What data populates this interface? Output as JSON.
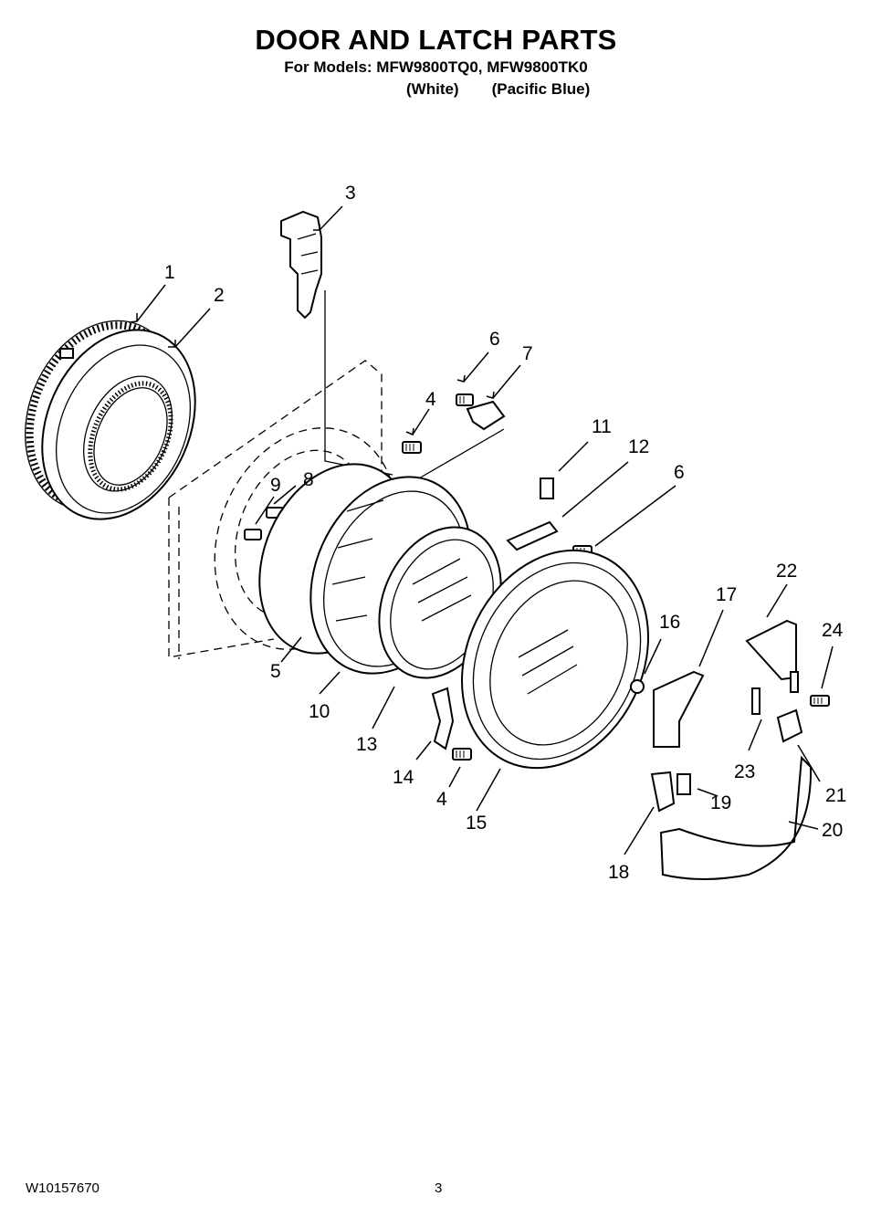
{
  "header": {
    "title": "DOOR AND LATCH PARTS",
    "models_line": "For Models: MFW9800TQ0, MFW9800TK0",
    "color_white": "(White)",
    "color_blue": "(Pacific Blue)"
  },
  "callouts": {
    "c1": "1",
    "c2": "2",
    "c3": "3",
    "c4a": "4",
    "c4b": "4",
    "c5": "5",
    "c6a": "6",
    "c6b": "6",
    "c7": "7",
    "c8": "8",
    "c9": "9",
    "c10": "10",
    "c11": "11",
    "c12": "12",
    "c13": "13",
    "c14": "14",
    "c15": "15",
    "c16": "16",
    "c17": "17",
    "c18": "18",
    "c19": "19",
    "c20": "20",
    "c21": "21",
    "c22": "22",
    "c23": "23",
    "c24": "24"
  },
  "footer": {
    "doc_number": "W10157670",
    "page_number": "3"
  }
}
